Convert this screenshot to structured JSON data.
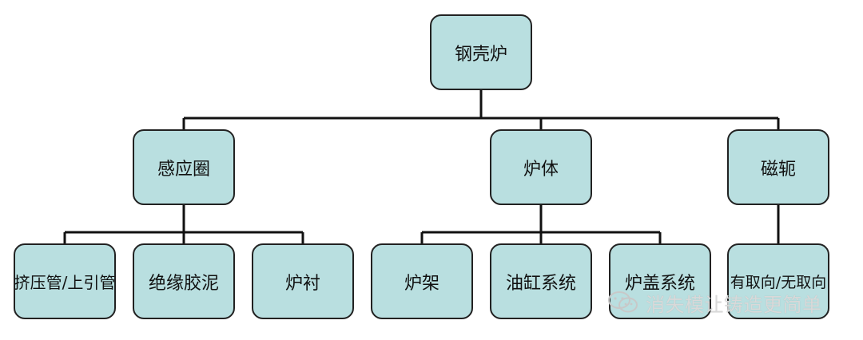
{
  "diagram": {
    "root": "钢壳炉",
    "level1": [
      "感应圈",
      "炉体",
      "磁轭"
    ],
    "level2": {
      "group1": [
        "挤压管/上引管",
        "绝缘胶泥",
        "炉衬"
      ],
      "group2": [
        "炉架",
        "油缸系统",
        "炉盖系统"
      ],
      "group3": [
        "有取向/无取向"
      ]
    }
  },
  "watermark": {
    "icon": "wechat-icon",
    "text": "消失模让铸造更简单"
  }
}
